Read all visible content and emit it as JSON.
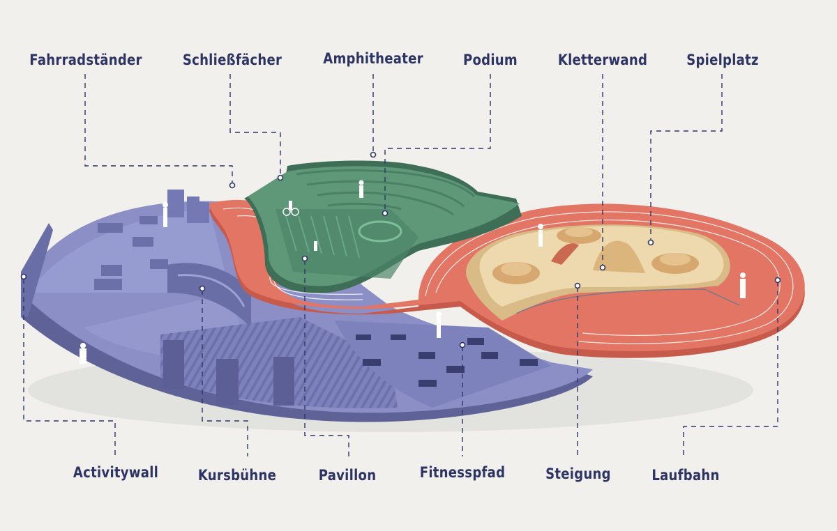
{
  "labels": {
    "fahrradstaender": "Fahrradständer",
    "schliessfaecher": "Schließfächer",
    "amphitheater": "Amphitheater",
    "podium": "Podium",
    "kletterwand": "Kletterwand",
    "spielplatz": "Spielplatz",
    "activitywall": "Activitywall",
    "kursbuehne": "Kursbühne",
    "pavillon": "Pavillon",
    "fitnesspfad": "Fitnesspfad",
    "steigung": "Steigung",
    "laufbahn": "Laufbahn"
  },
  "colors": {
    "background": "#f1f0ed",
    "label_text": "#2d3463",
    "leader_line": "#2d3463",
    "zone_purple": "#8b8fc6",
    "zone_purple_dark": "#5e6296",
    "zone_green": "#5e9878",
    "zone_green_dark": "#3f6e56",
    "running_track": "#e27564",
    "running_track_dark": "#c65a4b",
    "sand": "#eed9ae",
    "track_lines": "#ffffff"
  }
}
